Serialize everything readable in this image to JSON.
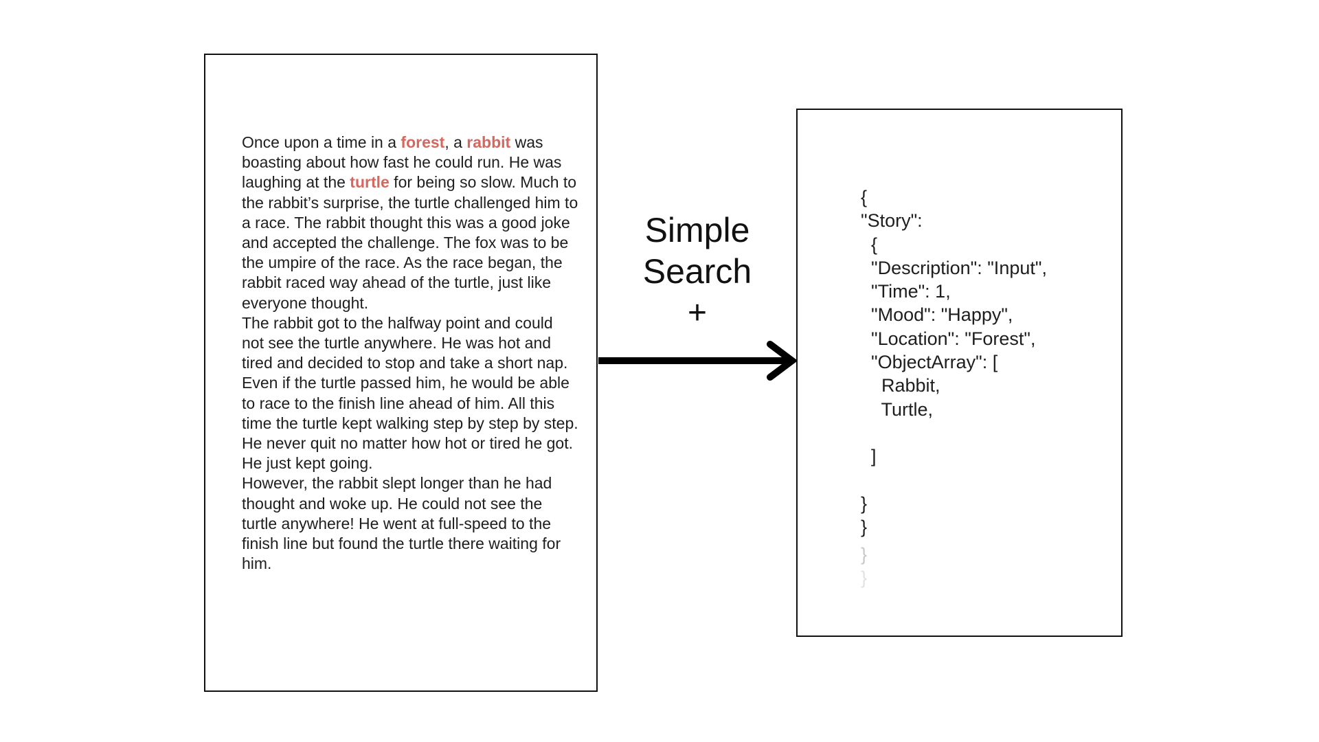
{
  "story": {
    "paragraphs": [
      [
        {
          "text": "Once upon a time in a ",
          "highlight": false
        },
        {
          "text": "forest",
          "highlight": true
        },
        {
          "text": ", a ",
          "highlight": false
        },
        {
          "text": "rabbit",
          "highlight": true
        },
        {
          "text": " was boasting about how fast he could run. He was laughing at the ",
          "highlight": false
        },
        {
          "text": "turtle",
          "highlight": true
        },
        {
          "text": " for being so slow. Much to the rabbit’s surprise, the turtle challenged him to a race. The rabbit thought this was a good joke and accepted the challenge. The fox was to be the umpire of the race. As the race began, the rabbit raced way ahead of the turtle, just like everyone thought.",
          "highlight": false
        }
      ],
      [
        {
          "text": "The rabbit got to the halfway point and could not see the turtle anywhere. He was hot and tired and decided to stop and take a short nap. Even if the turtle passed him, he would be able to race to the finish line ahead of him. All this time the turtle kept walking step by step by step. He never quit no matter how hot or tired he got. He just kept going.",
          "highlight": false
        }
      ],
      [
        {
          "text": "However, the rabbit slept longer than he had thought and woke up. He could not see the turtle anywhere! He went at full-speed to the finish line but found the turtle there waiting for him.",
          "highlight": false
        }
      ]
    ],
    "highlight_color": "#d6675e"
  },
  "method": {
    "line1": "Simple",
    "line2": "Search",
    "plus": "+"
  },
  "json_output": {
    "lines": [
      "{",
      "\"Story\":",
      "  {",
      "  \"Description\": \"Input\",",
      "  \"Time\": 1,",
      "  \"Mood\": \"Happy\",",
      "  \"Location\": \"Forest\",",
      "  \"ObjectArray\": [",
      "    Rabbit,",
      "    Turtle,",
      "",
      "  ]",
      "",
      "}",
      "}"
    ],
    "faded_lines": [
      "}",
      "}"
    ]
  }
}
